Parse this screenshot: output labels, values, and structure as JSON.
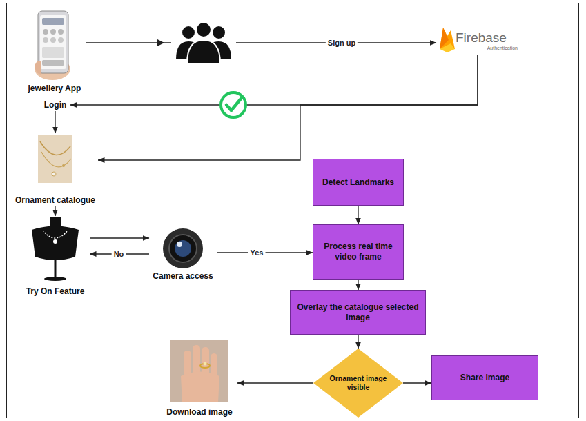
{
  "diagram": {
    "nodes": [
      {
        "text": [
          "jewellery App"
        ]
      },
      {
        "text": [
          "Firebase",
          "Authentication"
        ]
      },
      {
        "text": [
          "Login"
        ]
      },
      {
        "text": [
          "Ornament catalogue"
        ]
      },
      {
        "text": [
          "Try On Feature"
        ]
      },
      {
        "text": [
          "Camera access"
        ]
      },
      {
        "text": [
          "Detect Landmarks"
        ]
      },
      {
        "text": [
          "Process real time video frame"
        ]
      },
      {
        "text": [
          "Overlay the catalogue selected Image"
        ]
      },
      {
        "text": [
          "Ornament image visible"
        ]
      },
      {
        "text": [
          "Download image"
        ]
      },
      {
        "text": [
          "Share image"
        ]
      }
    ],
    "edges": [
      {
        "from": 0,
        "to": 1,
        "label": "Sign up",
        "arrow": "to"
      },
      {
        "from": 1,
        "to": 2,
        "arrow": "to"
      },
      {
        "from": 1,
        "to": 3,
        "arrow": "to"
      },
      {
        "from": 2,
        "to": 3,
        "arrow": "to"
      },
      {
        "from": 3,
        "to": 4,
        "arrow": "to"
      },
      {
        "from": 4,
        "to": 5,
        "arrow": "to"
      },
      {
        "from": 5,
        "to": 4,
        "label": "No",
        "arrow": "to"
      },
      {
        "from": 5,
        "to": 7,
        "label": "Yes",
        "arrow": "to"
      },
      {
        "from": 6,
        "to": 7,
        "arrow": "to"
      },
      {
        "from": 7,
        "to": 8,
        "arrow": "to"
      },
      {
        "from": 8,
        "to": 9,
        "arrow": "to"
      },
      {
        "from": 9,
        "to": 10,
        "arrow": "to"
      },
      {
        "from": 9,
        "to": 11,
        "arrow": "to"
      }
    ]
  }
}
